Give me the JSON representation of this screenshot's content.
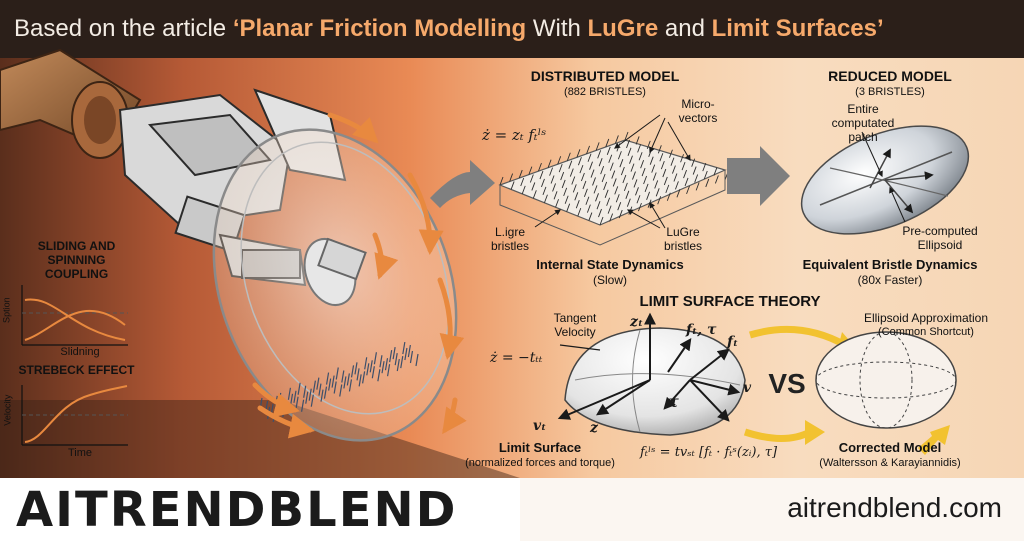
{
  "header": {
    "prefix": "Based on the article ",
    "q_open": "‘",
    "title_part1": "Planar Friction Modelling",
    "with": " With ",
    "title_part2": "LuGre",
    "and": " and ",
    "title_part3": "Limit Surfaces",
    "q_close": "’"
  },
  "left": {
    "coupling_title": "SLIDING AND\nSPINNING\nCOUPLING",
    "coupling_ylabel": "Sption",
    "coupling_xlabel": "Slidning",
    "strebeck_title": "STREBECK EFFECT",
    "strebeck_ylabel": "Velocity",
    "strebeck_xlabel": "Time"
  },
  "distributed": {
    "title": "DISTRIBUTED MODEL",
    "subtitle": "(882 BRISTLES)",
    "equation": "ż = zₜ fₜˡˢ",
    "micro_label": "Micro-\nvectors",
    "lugre_left": "L.igre\nbristles",
    "lugre_right": "LuGre\nbristles",
    "caption_bold": "Internal State Dynamics",
    "caption": "(Slow)"
  },
  "reduced": {
    "title": "REDUCED MODEL",
    "subtitle": "(3 BRISTLES)",
    "patch_label": "Entire\ncomputated\npatch",
    "ellipsoid_label": "Pre-computed\nEllipsoid",
    "caption_bold": "Equivalent Bristle Dynamics",
    "caption": "(80x Faster)"
  },
  "limit": {
    "title": "LIMIT SURFACE THEORY",
    "tangent_label": "Tangent\nVelocity",
    "z_dot_eq": "ż = −tₜₜ",
    "z_t": "zₜ",
    "f_tau": "fₜ, τ",
    "f_t": "fₜ",
    "tau": "τ",
    "v": "v",
    "v_t": "vₜ",
    "z": "z",
    "vs": "VS",
    "ellipsoid_approx": "Ellipsoid Approximation",
    "common_shortcut": "(Common Shortcut)",
    "surface_bold": "Limit Surface",
    "surface_caption": "(normalized forces and torque)",
    "formula": "fₜˡˢ = tvₛₜ [fₜ · fₜˢ(zᵢ), τ]",
    "corrected_bold": "Corrected Model",
    "corrected_caption": "(Waltersson & Karayiannidis)"
  },
  "footer": {
    "brand": "AITRENDBLEND",
    "site": "aitrendblend.com"
  },
  "colors": {
    "accent": "#f6a96b",
    "header_bg": "#2b1f19",
    "arrow_yellow": "#f2c230",
    "wheel_orange": "#e8893f"
  }
}
